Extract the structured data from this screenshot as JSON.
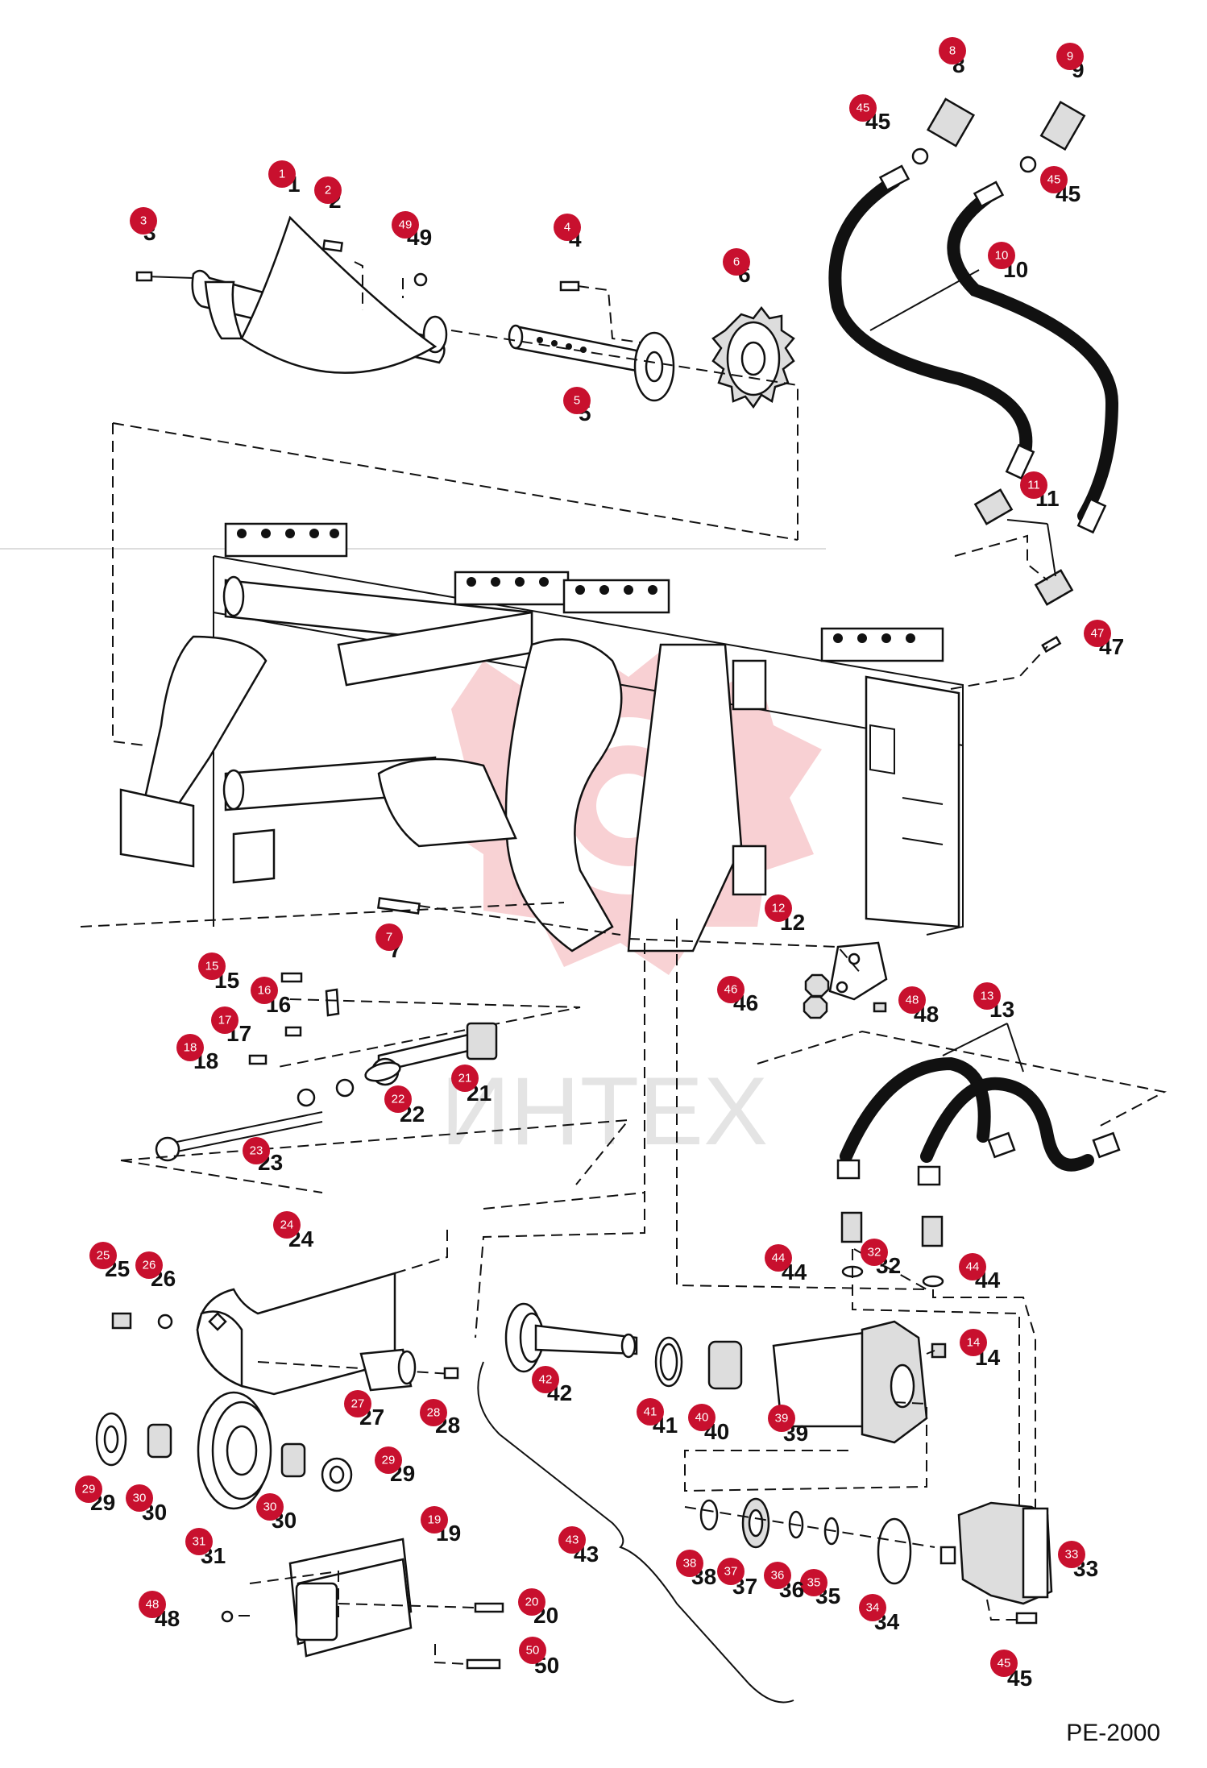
{
  "diagram_code": "PE-2000",
  "watermark_text": "ИНТЕХ",
  "accent_color": "#c8102e",
  "callout_icon": "red-circle-badge",
  "parts": [
    {
      "id": "1",
      "label": "1"
    },
    {
      "id": "2",
      "label": "2"
    },
    {
      "id": "3",
      "label": "3"
    },
    {
      "id": "4",
      "label": "4"
    },
    {
      "id": "5",
      "label": "5"
    },
    {
      "id": "6",
      "label": "6"
    },
    {
      "id": "7",
      "label": "7"
    },
    {
      "id": "8",
      "label": "8"
    },
    {
      "id": "9",
      "label": "9"
    },
    {
      "id": "10",
      "label": "10"
    },
    {
      "id": "11",
      "label": "11"
    },
    {
      "id": "12",
      "label": "12"
    },
    {
      "id": "13",
      "label": "13"
    },
    {
      "id": "14",
      "label": "14"
    },
    {
      "id": "15",
      "label": "15"
    },
    {
      "id": "16",
      "label": "16"
    },
    {
      "id": "17",
      "label": "17"
    },
    {
      "id": "18",
      "label": "18"
    },
    {
      "id": "19",
      "label": "19"
    },
    {
      "id": "20",
      "label": "20"
    },
    {
      "id": "21",
      "label": "21"
    },
    {
      "id": "22",
      "label": "22"
    },
    {
      "id": "23",
      "label": "23"
    },
    {
      "id": "24",
      "label": "24"
    },
    {
      "id": "25",
      "label": "25"
    },
    {
      "id": "26",
      "label": "26"
    },
    {
      "id": "27",
      "label": "27"
    },
    {
      "id": "28",
      "label": "28"
    },
    {
      "id": "29a",
      "label": "29"
    },
    {
      "id": "29b",
      "label": "29"
    },
    {
      "id": "30a",
      "label": "30"
    },
    {
      "id": "30b",
      "label": "30"
    },
    {
      "id": "31",
      "label": "31"
    },
    {
      "id": "32",
      "label": "32"
    },
    {
      "id": "33",
      "label": "33"
    },
    {
      "id": "34",
      "label": "34"
    },
    {
      "id": "35",
      "label": "35"
    },
    {
      "id": "36",
      "label": "36"
    },
    {
      "id": "37",
      "label": "37"
    },
    {
      "id": "38",
      "label": "38"
    },
    {
      "id": "39",
      "label": "39"
    },
    {
      "id": "40",
      "label": "40"
    },
    {
      "id": "41",
      "label": "41"
    },
    {
      "id": "42",
      "label": "42"
    },
    {
      "id": "43",
      "label": "43"
    },
    {
      "id": "44a",
      "label": "44"
    },
    {
      "id": "44b",
      "label": "44"
    },
    {
      "id": "45a",
      "label": "45"
    },
    {
      "id": "45b",
      "label": "45"
    },
    {
      "id": "45c",
      "label": "45"
    },
    {
      "id": "46",
      "label": "46"
    },
    {
      "id": "47",
      "label": "47"
    },
    {
      "id": "48a",
      "label": "48"
    },
    {
      "id": "48b",
      "label": "48"
    },
    {
      "id": "49",
      "label": "49"
    },
    {
      "id": "50",
      "label": "50"
    }
  ]
}
